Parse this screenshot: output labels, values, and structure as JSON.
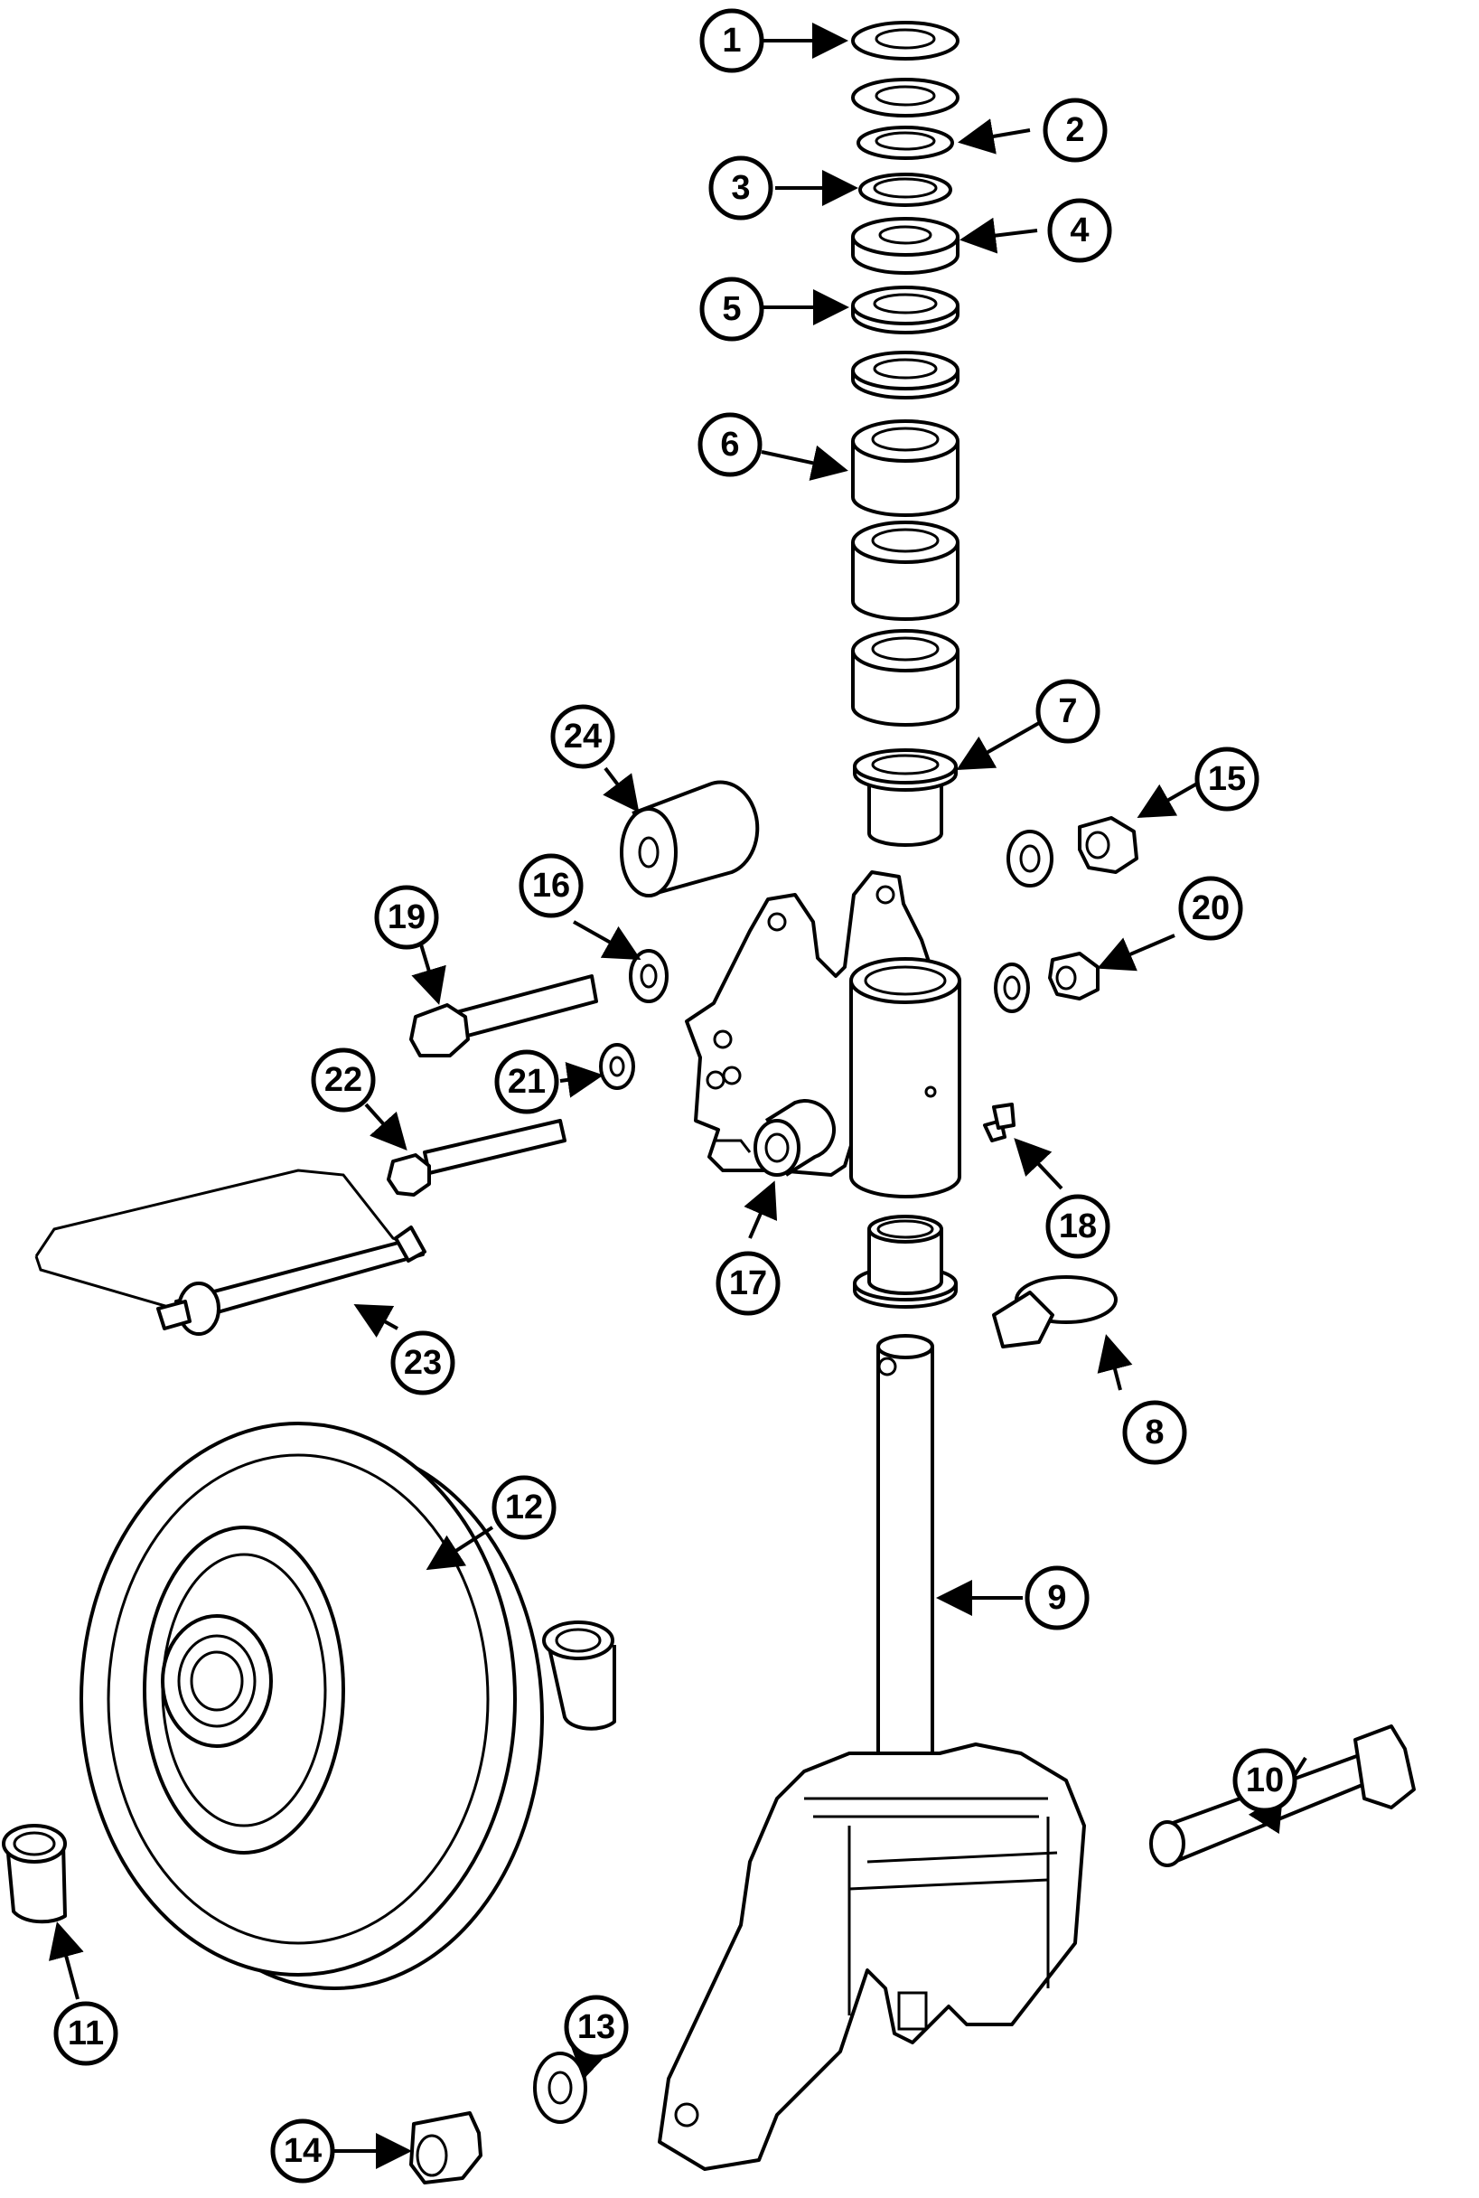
{
  "callouts": [
    {
      "id": "callout-1",
      "label": "1"
    },
    {
      "id": "callout-2",
      "label": "2"
    },
    {
      "id": "callout-3",
      "label": "3"
    },
    {
      "id": "callout-4",
      "label": "4"
    },
    {
      "id": "callout-5",
      "label": "5"
    },
    {
      "id": "callout-6",
      "label": "6"
    },
    {
      "id": "callout-7",
      "label": "7"
    },
    {
      "id": "callout-8",
      "label": "8"
    },
    {
      "id": "callout-9",
      "label": "9"
    },
    {
      "id": "callout-10",
      "label": "10"
    },
    {
      "id": "callout-11",
      "label": "11"
    },
    {
      "id": "callout-12",
      "label": "12"
    },
    {
      "id": "callout-13",
      "label": "13"
    },
    {
      "id": "callout-14",
      "label": "14"
    },
    {
      "id": "callout-15",
      "label": "15"
    },
    {
      "id": "callout-16",
      "label": "16"
    },
    {
      "id": "callout-17",
      "label": "17"
    },
    {
      "id": "callout-18",
      "label": "18"
    },
    {
      "id": "callout-19",
      "label": "19"
    },
    {
      "id": "callout-20",
      "label": "20"
    },
    {
      "id": "callout-21",
      "label": "21"
    },
    {
      "id": "callout-22",
      "label": "22"
    },
    {
      "id": "callout-23",
      "label": "23"
    },
    {
      "id": "callout-24",
      "label": "24"
    }
  ]
}
